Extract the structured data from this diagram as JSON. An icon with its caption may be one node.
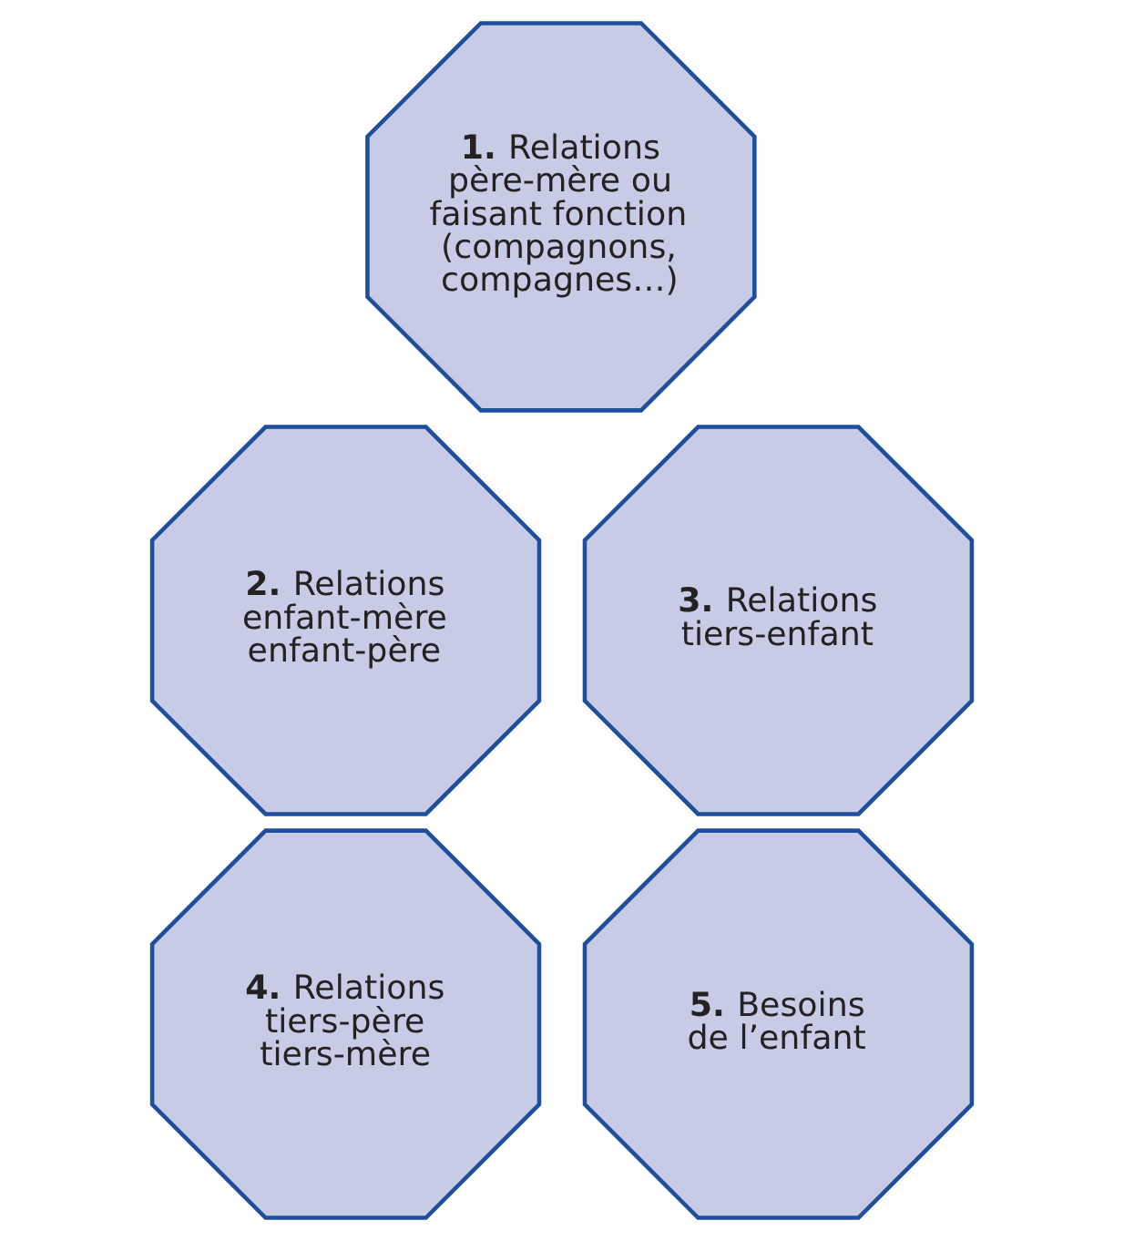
{
  "diagram": {
    "nodes": [
      {
        "text": [
          "**1.** Relations père-mère ou faisant fonction (compagnons, compagnes…)"
        ]
      },
      {
        "text": [
          "**2.** Relations enfant-mère enfant-père"
        ]
      },
      {
        "text": [
          "**3.** Relations tiers-enfant"
        ]
      },
      {
        "text": [
          "**4.** Relations tiers-père tiers-mère"
        ]
      },
      {
        "text": [
          "**5.** Besoins de l’enfant"
        ]
      }
    ],
    "edges": []
  }
}
